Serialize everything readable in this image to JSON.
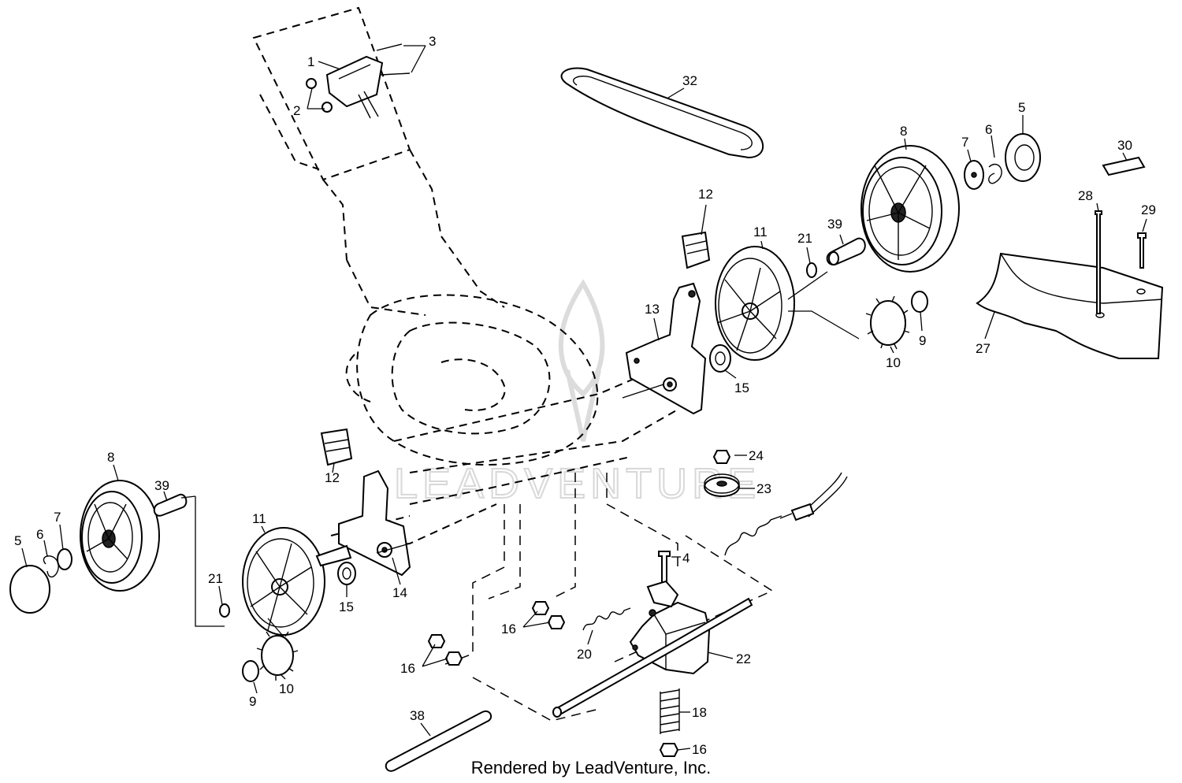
{
  "watermark": "LEADVENTURE",
  "footer": "Rendered by LeadVenture, Inc.",
  "callouts": [
    {
      "id": "c1",
      "text": "1"
    },
    {
      "id": "c2",
      "text": "2"
    },
    {
      "id": "c3",
      "text": "3"
    },
    {
      "id": "c32",
      "text": "32"
    },
    {
      "id": "c5a",
      "text": "5"
    },
    {
      "id": "c6a",
      "text": "6"
    },
    {
      "id": "c7a",
      "text": "7"
    },
    {
      "id": "c8a",
      "text": "8"
    },
    {
      "id": "c30",
      "text": "30"
    },
    {
      "id": "c28",
      "text": "28"
    },
    {
      "id": "c29",
      "text": "29"
    },
    {
      "id": "c12a",
      "text": "12"
    },
    {
      "id": "c11a",
      "text": "11"
    },
    {
      "id": "c21a",
      "text": "21"
    },
    {
      "id": "c39a",
      "text": "39"
    },
    {
      "id": "c13",
      "text": "13"
    },
    {
      "id": "c15a",
      "text": "15"
    },
    {
      "id": "c9a",
      "text": "9"
    },
    {
      "id": "c10a",
      "text": "10"
    },
    {
      "id": "c27",
      "text": "27"
    },
    {
      "id": "c24",
      "text": "24"
    },
    {
      "id": "c23",
      "text": "23"
    },
    {
      "id": "c4",
      "text": "4"
    },
    {
      "id": "c8b",
      "text": "8"
    },
    {
      "id": "c39b",
      "text": "39"
    },
    {
      "id": "c5b",
      "text": "5"
    },
    {
      "id": "c6b",
      "text": "6"
    },
    {
      "id": "c7b",
      "text": "7"
    },
    {
      "id": "c11b",
      "text": "11"
    },
    {
      "id": "c12b",
      "text": "12"
    },
    {
      "id": "c21b",
      "text": "21"
    },
    {
      "id": "c15b",
      "text": "15"
    },
    {
      "id": "c14",
      "text": "14"
    },
    {
      "id": "c16a",
      "text": "16"
    },
    {
      "id": "c16b",
      "text": "16"
    },
    {
      "id": "c16c",
      "text": "16"
    },
    {
      "id": "c20",
      "text": "20"
    },
    {
      "id": "c22",
      "text": "22"
    },
    {
      "id": "c9b",
      "text": "9"
    },
    {
      "id": "c10b",
      "text": "10"
    },
    {
      "id": "c18",
      "text": "18"
    },
    {
      "id": "c38",
      "text": "38"
    }
  ]
}
